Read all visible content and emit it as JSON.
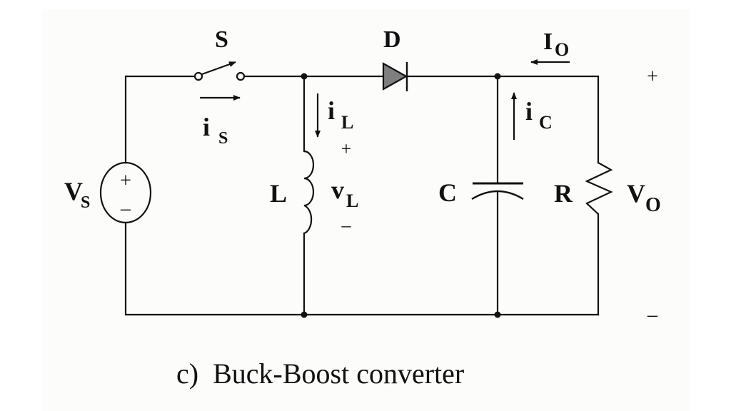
{
  "diagram": {
    "type": "circuit-schematic",
    "caption": "c)  Buck-Boost converter",
    "components": {
      "source": {
        "label": "V",
        "subscript": "S",
        "plus": "+",
        "minus": "–"
      },
      "switch": {
        "label": "S"
      },
      "diode": {
        "label": "D",
        "fill": "#7f7f7f"
      },
      "inductor": {
        "label": "L"
      },
      "capacitor": {
        "label": "C"
      },
      "resistor": {
        "label": "R"
      }
    },
    "annotations": {
      "switch_current": {
        "label": "i",
        "subscript": "S",
        "direction": "right"
      },
      "inductor_current": {
        "label": "i",
        "subscript": "L",
        "direction": "down"
      },
      "inductor_voltage": {
        "label": "v",
        "subscript": "L",
        "plus": "+",
        "minus": "–"
      },
      "capacitor_current": {
        "label": "i",
        "subscript": "C",
        "direction": "up"
      },
      "output_current": {
        "label": "I",
        "subscript": "O",
        "direction": "left"
      },
      "output_voltage": {
        "label": "V",
        "subscript": "O",
        "plus": "+",
        "minus": "–"
      }
    },
    "colors": {
      "wire": "#111111",
      "background": "#fcfcfb"
    }
  }
}
